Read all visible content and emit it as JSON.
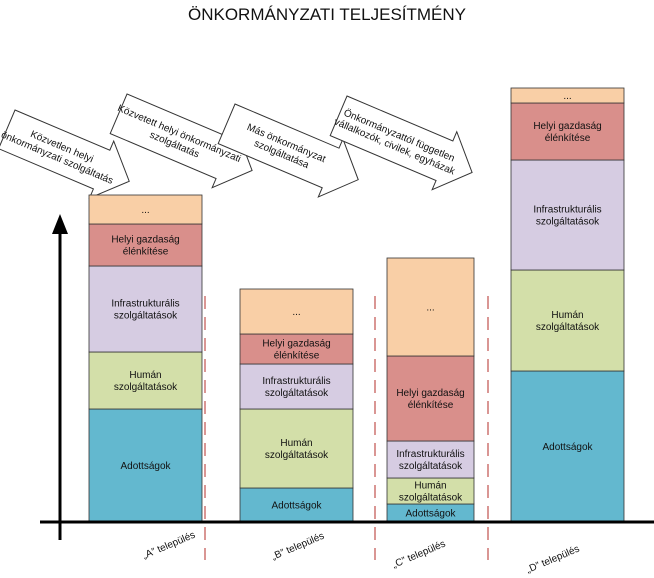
{
  "title": "ÖNKORMÁNYZATI TELJESÍTMÉNY",
  "colors": {
    "adottsagok": "#63b8cf",
    "human": "#d3dfa9",
    "infrastrukturalis": "#d6cce2",
    "helyi_gazdasag": "#d98f8b",
    "egyeb": "#f9cfa6",
    "outline": "#333333",
    "divider": "#c0504d",
    "arrow_fill": "#ffffff",
    "axis": "#000000"
  },
  "arrows": [
    {
      "lines": [
        "Közvetlen helyi",
        "önkormányzati szolgáltatás"
      ]
    },
    {
      "lines": [
        "Közvetett helyi önkormányzati",
        "szolgáltatás"
      ]
    },
    {
      "lines": [
        "Más önkormányzat",
        "szolgáltatása"
      ]
    },
    {
      "lines": [
        "Önkormányzattól független",
        "vállalkozók, civilek, egyházak"
      ]
    }
  ],
  "columns": [
    {
      "label": "„A” település",
      "segments": [
        {
          "key": "adottsagok",
          "lines": [
            "Adottságok"
          ]
        },
        {
          "key": "human",
          "lines": [
            "Humán",
            "szolgáltatások"
          ]
        },
        {
          "key": "infrastrukturalis",
          "lines": [
            "Infrastrukturális",
            "szolgáltatások"
          ]
        },
        {
          "key": "helyi_gazdasag",
          "lines": [
            "Helyi gazdaság",
            "élénkítése"
          ]
        },
        {
          "key": "egyeb",
          "lines": [
            "..."
          ]
        }
      ]
    },
    {
      "label": "„B” település",
      "segments": [
        {
          "key": "adottsagok",
          "lines": [
            "Adottságok"
          ]
        },
        {
          "key": "human",
          "lines": [
            "Humán",
            "szolgáltatások"
          ]
        },
        {
          "key": "infrastrukturalis",
          "lines": [
            "Infrastrukturális",
            "szolgáltatások"
          ]
        },
        {
          "key": "helyi_gazdasag",
          "lines": [
            "Helyi gazdaság",
            "élénkítése"
          ]
        },
        {
          "key": "egyeb",
          "lines": [
            "..."
          ]
        }
      ]
    },
    {
      "label": "„C” település",
      "segments": [
        {
          "key": "adottsagok",
          "lines": [
            "Adottságok"
          ]
        },
        {
          "key": "human",
          "lines": [
            "Humán",
            "szolgáltatások"
          ]
        },
        {
          "key": "infrastrukturalis",
          "lines": [
            "Infrastrukturális",
            "szolgáltatások"
          ]
        },
        {
          "key": "helyi_gazdasag",
          "lines": [
            "Helyi gazdaság",
            "élénkítése"
          ]
        },
        {
          "key": "egyeb",
          "lines": [
            "..."
          ]
        }
      ]
    },
    {
      "label": "„D” település",
      "segments": [
        {
          "key": "adottsagok",
          "lines": [
            "Adottságok"
          ]
        },
        {
          "key": "human",
          "lines": [
            "Humán",
            "szolgáltatások"
          ]
        },
        {
          "key": "infrastrukturalis",
          "lines": [
            "Infrastrukturális",
            "szolgáltatások"
          ]
        },
        {
          "key": "helyi_gazdasag",
          "lines": [
            "Helyi gazdaság",
            "élénkítése"
          ]
        },
        {
          "key": "egyeb",
          "lines": [
            "..."
          ]
        }
      ]
    }
  ]
}
